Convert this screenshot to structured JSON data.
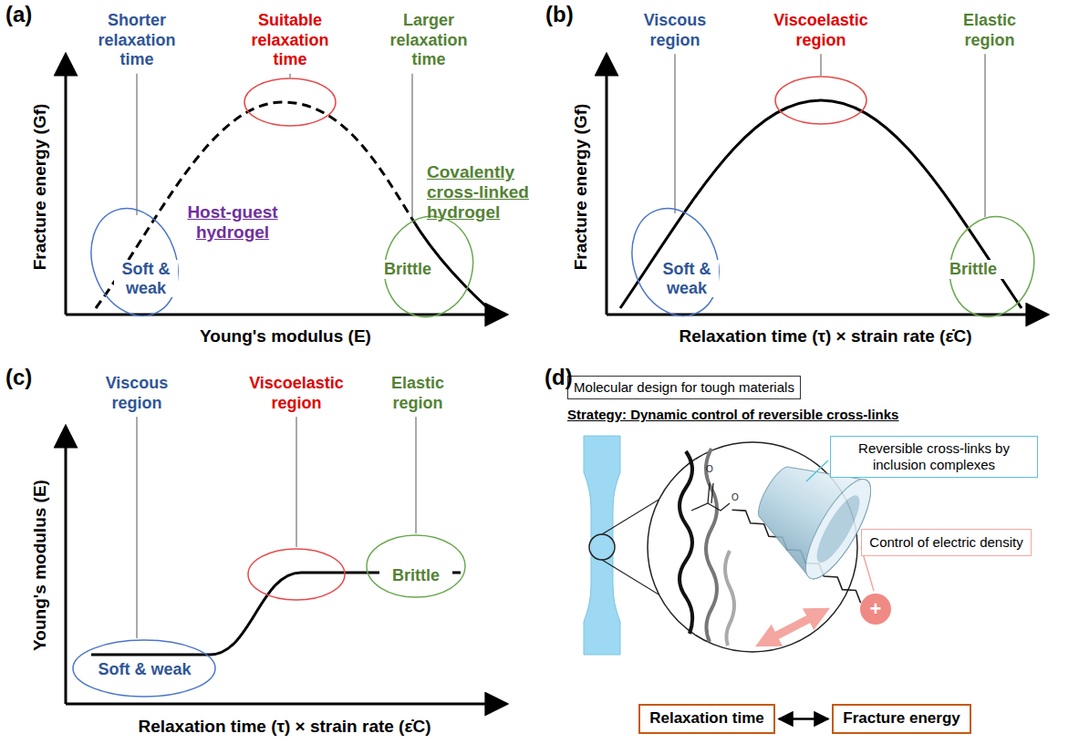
{
  "diagram": {
    "nodes": [
      {
        "text": [
          "Shorter relaxation time",
          "Soft & weak"
        ]
      },
      {
        "text": [
          "Suitable relaxation time"
        ]
      },
      {
        "text": [
          "Larger relaxation time",
          "Brittle"
        ]
      },
      {
        "text": [
          "Viscous region",
          "Soft & weak"
        ]
      },
      {
        "text": [
          "Viscoelastic region"
        ]
      },
      {
        "text": [
          "Elastic region",
          "Brittle"
        ]
      },
      {
        "text": [
          "Viscous region",
          "Soft & weak"
        ]
      },
      {
        "text": [
          "Viscoelastic region"
        ]
      },
      {
        "text": [
          "Elastic region",
          "Brittle"
        ]
      },
      {
        "text": [
          "Molecular design for tough materials"
        ]
      },
      {
        "text": [
          "Reversible cross-links by inclusion complexes"
        ]
      },
      {
        "text": [
          "Control of electric density"
        ]
      },
      {
        "text": [
          "Relaxation time"
        ]
      },
      {
        "text": [
          "Fracture energy"
        ]
      }
    ],
    "edges": [
      {
        "from": 12,
        "to": 13,
        "arrow": "both"
      }
    ],
    "labels": [
      "(a)",
      "Host-guest hydrogel",
      "Covalently cross-linked hydrogel",
      "Fracture energy (Gf)",
      "Young's modulus (E)",
      "(b)",
      "Fracture energy (Gf)",
      "Relaxation time (τ) × strain rate (ε̇C)",
      "(c)",
      "Young's modulus (E)",
      "Relaxation time (τ) × strain rate (ε̇C)",
      "(d)",
      "Strategy: Dynamic control of reversible cross-links",
      "O",
      "O",
      "+"
    ]
  }
}
